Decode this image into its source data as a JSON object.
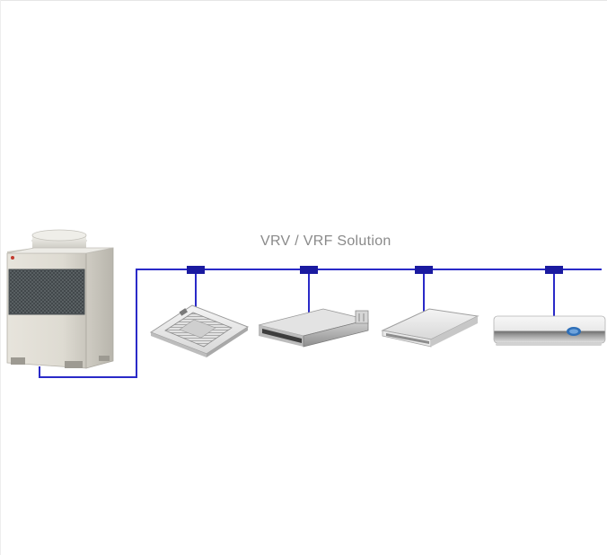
{
  "diagram": {
    "title": "VRV / VRF Solution",
    "pipe_color": "#2a2ac8",
    "joint_color": "#1a1aa0",
    "units": [
      {
        "name": "outdoor-unit"
      },
      {
        "name": "ceiling-cassette-unit"
      },
      {
        "name": "ducted-unit"
      },
      {
        "name": "ceiling-suspended-unit"
      },
      {
        "name": "wall-mounted-unit"
      }
    ]
  }
}
